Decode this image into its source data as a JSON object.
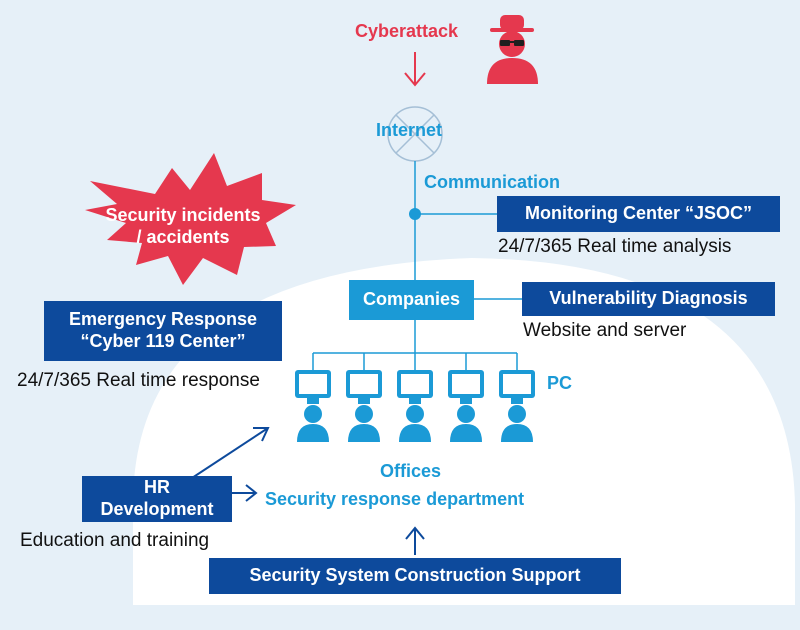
{
  "colors": {
    "background": "#e6f0f8",
    "dome": "#ffffff",
    "navy": "#0d4a9c",
    "cyan": "#1b9ad6",
    "red": "#e5384e",
    "line": "#1b9ad6"
  },
  "icons": {
    "attacker": "hacker-with-hat-icon",
    "internet": "globe-icon",
    "pc": "computer-monitor-icon",
    "person": "person-icon",
    "burst": "explosion-burst-icon"
  },
  "attack": {
    "label": "Cyberattack"
  },
  "internet": {
    "label": "Internet"
  },
  "communication": {
    "label": "Communication"
  },
  "monitoring": {
    "title": "Monitoring Center “JSOC”",
    "caption": "24/7/365 Real time analysis"
  },
  "incident": {
    "line1": "Security incidents",
    "line2": "/ accidents"
  },
  "companies": {
    "label": "Companies"
  },
  "vulnerability": {
    "title": "Vulnerability Diagnosis",
    "caption": "Website and server"
  },
  "emergency": {
    "line1": "Emergency Response",
    "line2": "“Cyber 119 Center”",
    "caption": "24/7/365 Real time response"
  },
  "pc": {
    "label": "PC"
  },
  "offices": {
    "line1": "Offices",
    "line2": "Security response department"
  },
  "hr": {
    "line1": "HR",
    "line2": "Development",
    "caption": "Education and training"
  },
  "construction": {
    "label": "Security System Construction Support"
  }
}
